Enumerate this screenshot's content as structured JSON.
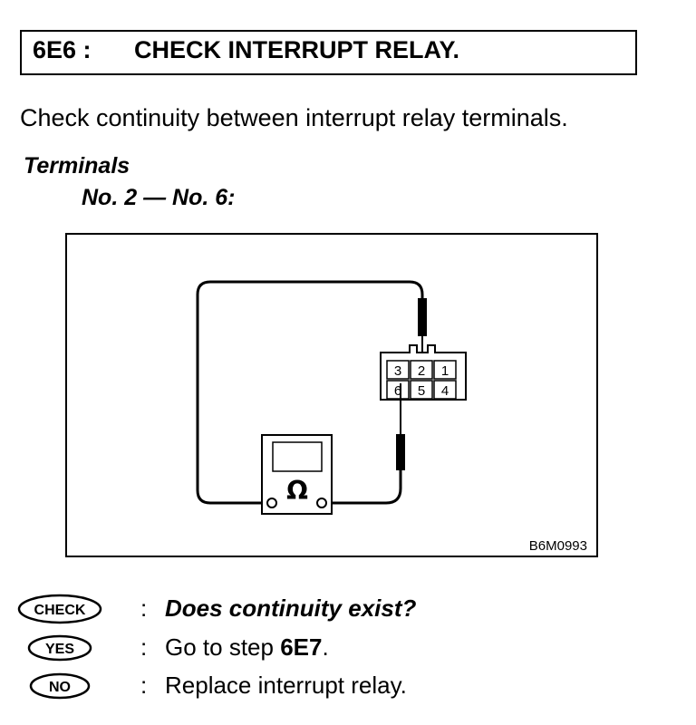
{
  "header": {
    "step": "6E6 :",
    "title": "CHECK INTERRUPT RELAY."
  },
  "instruction": "Check continuity between interrupt relay terminals.",
  "terminals": {
    "heading": "Terminals",
    "pins": "No. 2 — No. 6:"
  },
  "figure": {
    "code": "B6M0993",
    "meter_symbol": "Ω",
    "connector_pins_top": [
      "3",
      "2",
      "1"
    ],
    "connector_pins_bottom": [
      "6",
      "5",
      "4"
    ]
  },
  "qa": {
    "check_badge": "CHECK",
    "check_text": "Does continuity exist?",
    "yes_badge": "YES",
    "yes_text_prefix": "Go to step ",
    "yes_step": "6E7",
    "yes_text_suffix": ".",
    "no_badge": "NO",
    "no_text": "Replace interrupt relay.",
    "colon": ":"
  },
  "icons": [
    "ohmmeter-icon",
    "connector-icon",
    "probe-icon"
  ]
}
